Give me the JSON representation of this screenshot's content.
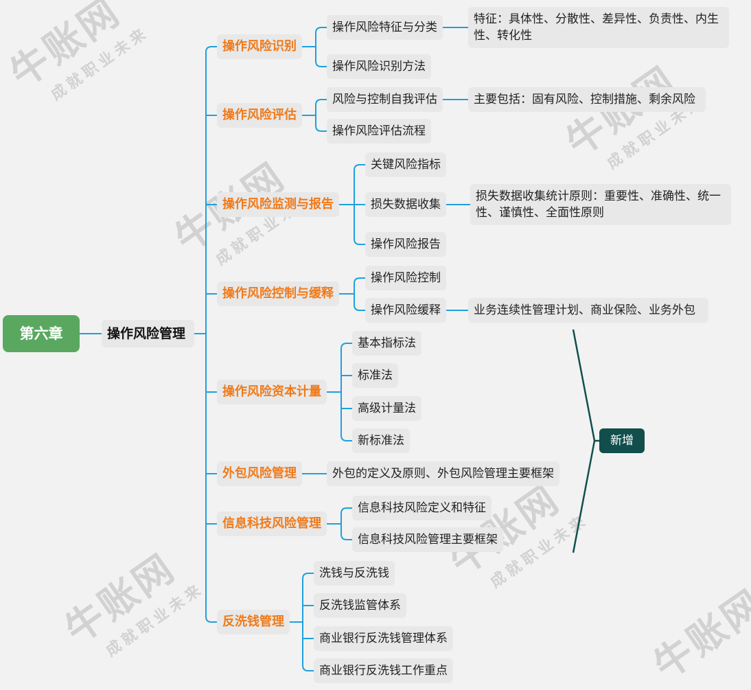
{
  "root": "第六章",
  "center": "操作风险管理",
  "branches": [
    {
      "label": "操作风险识别",
      "children": [
        {
          "label": "操作风险特征与分类",
          "note": "特征：具体性、分散性、差异性、负责性、内生性、转化性"
        },
        {
          "label": "操作风险识别方法"
        }
      ]
    },
    {
      "label": "操作风险评估",
      "children": [
        {
          "label": "风险与控制自我评估",
          "note": "主要包括：固有风险、控制措施、剩余风险"
        },
        {
          "label": "操作风险评估流程"
        }
      ]
    },
    {
      "label": "操作风险监测与报告",
      "children": [
        {
          "label": "关键风险指标"
        },
        {
          "label": "损失数据收集",
          "note": "损失数据收集统计原则：重要性、准确性、统一性、谨慎性、全面性原则"
        },
        {
          "label": "操作风险报告"
        }
      ]
    },
    {
      "label": "操作风险控制与缓释",
      "children": [
        {
          "label": "操作风险控制"
        },
        {
          "label": "操作风险缓释",
          "note": "业务连续性管理计划、商业保险、业务外包"
        }
      ]
    },
    {
      "label": "操作风险资本计量",
      "children": [
        {
          "label": "基本指标法"
        },
        {
          "label": "标准法"
        },
        {
          "label": "高级计量法"
        },
        {
          "label": "新标准法"
        }
      ]
    },
    {
      "label": "外包风险管理",
      "children": [
        {
          "label": "外包的定义及原则、外包风险管理主要框架"
        }
      ]
    },
    {
      "label": "信息科技风险管理",
      "children": [
        {
          "label": "信息科技风险定义和特征"
        },
        {
          "label": "信息科技风险管理主要框架"
        }
      ]
    },
    {
      "label": "反洗钱管理",
      "children": [
        {
          "label": "洗钱与反洗钱"
        },
        {
          "label": "反洗钱监管体系"
        },
        {
          "label": "商业银行反洗钱管理体系"
        },
        {
          "label": "商业银行反洗钱工作重点"
        }
      ]
    }
  ],
  "annotation": "新增",
  "watermark": {
    "brand": "牛账网",
    "slogan": "成就职业未来"
  },
  "colors": {
    "line": "#1ea0dc",
    "level1_text": "#f07a1a",
    "root_bg": "#5aa860",
    "tag_bg": "#114e4c",
    "bracket": "#114e4c"
  }
}
